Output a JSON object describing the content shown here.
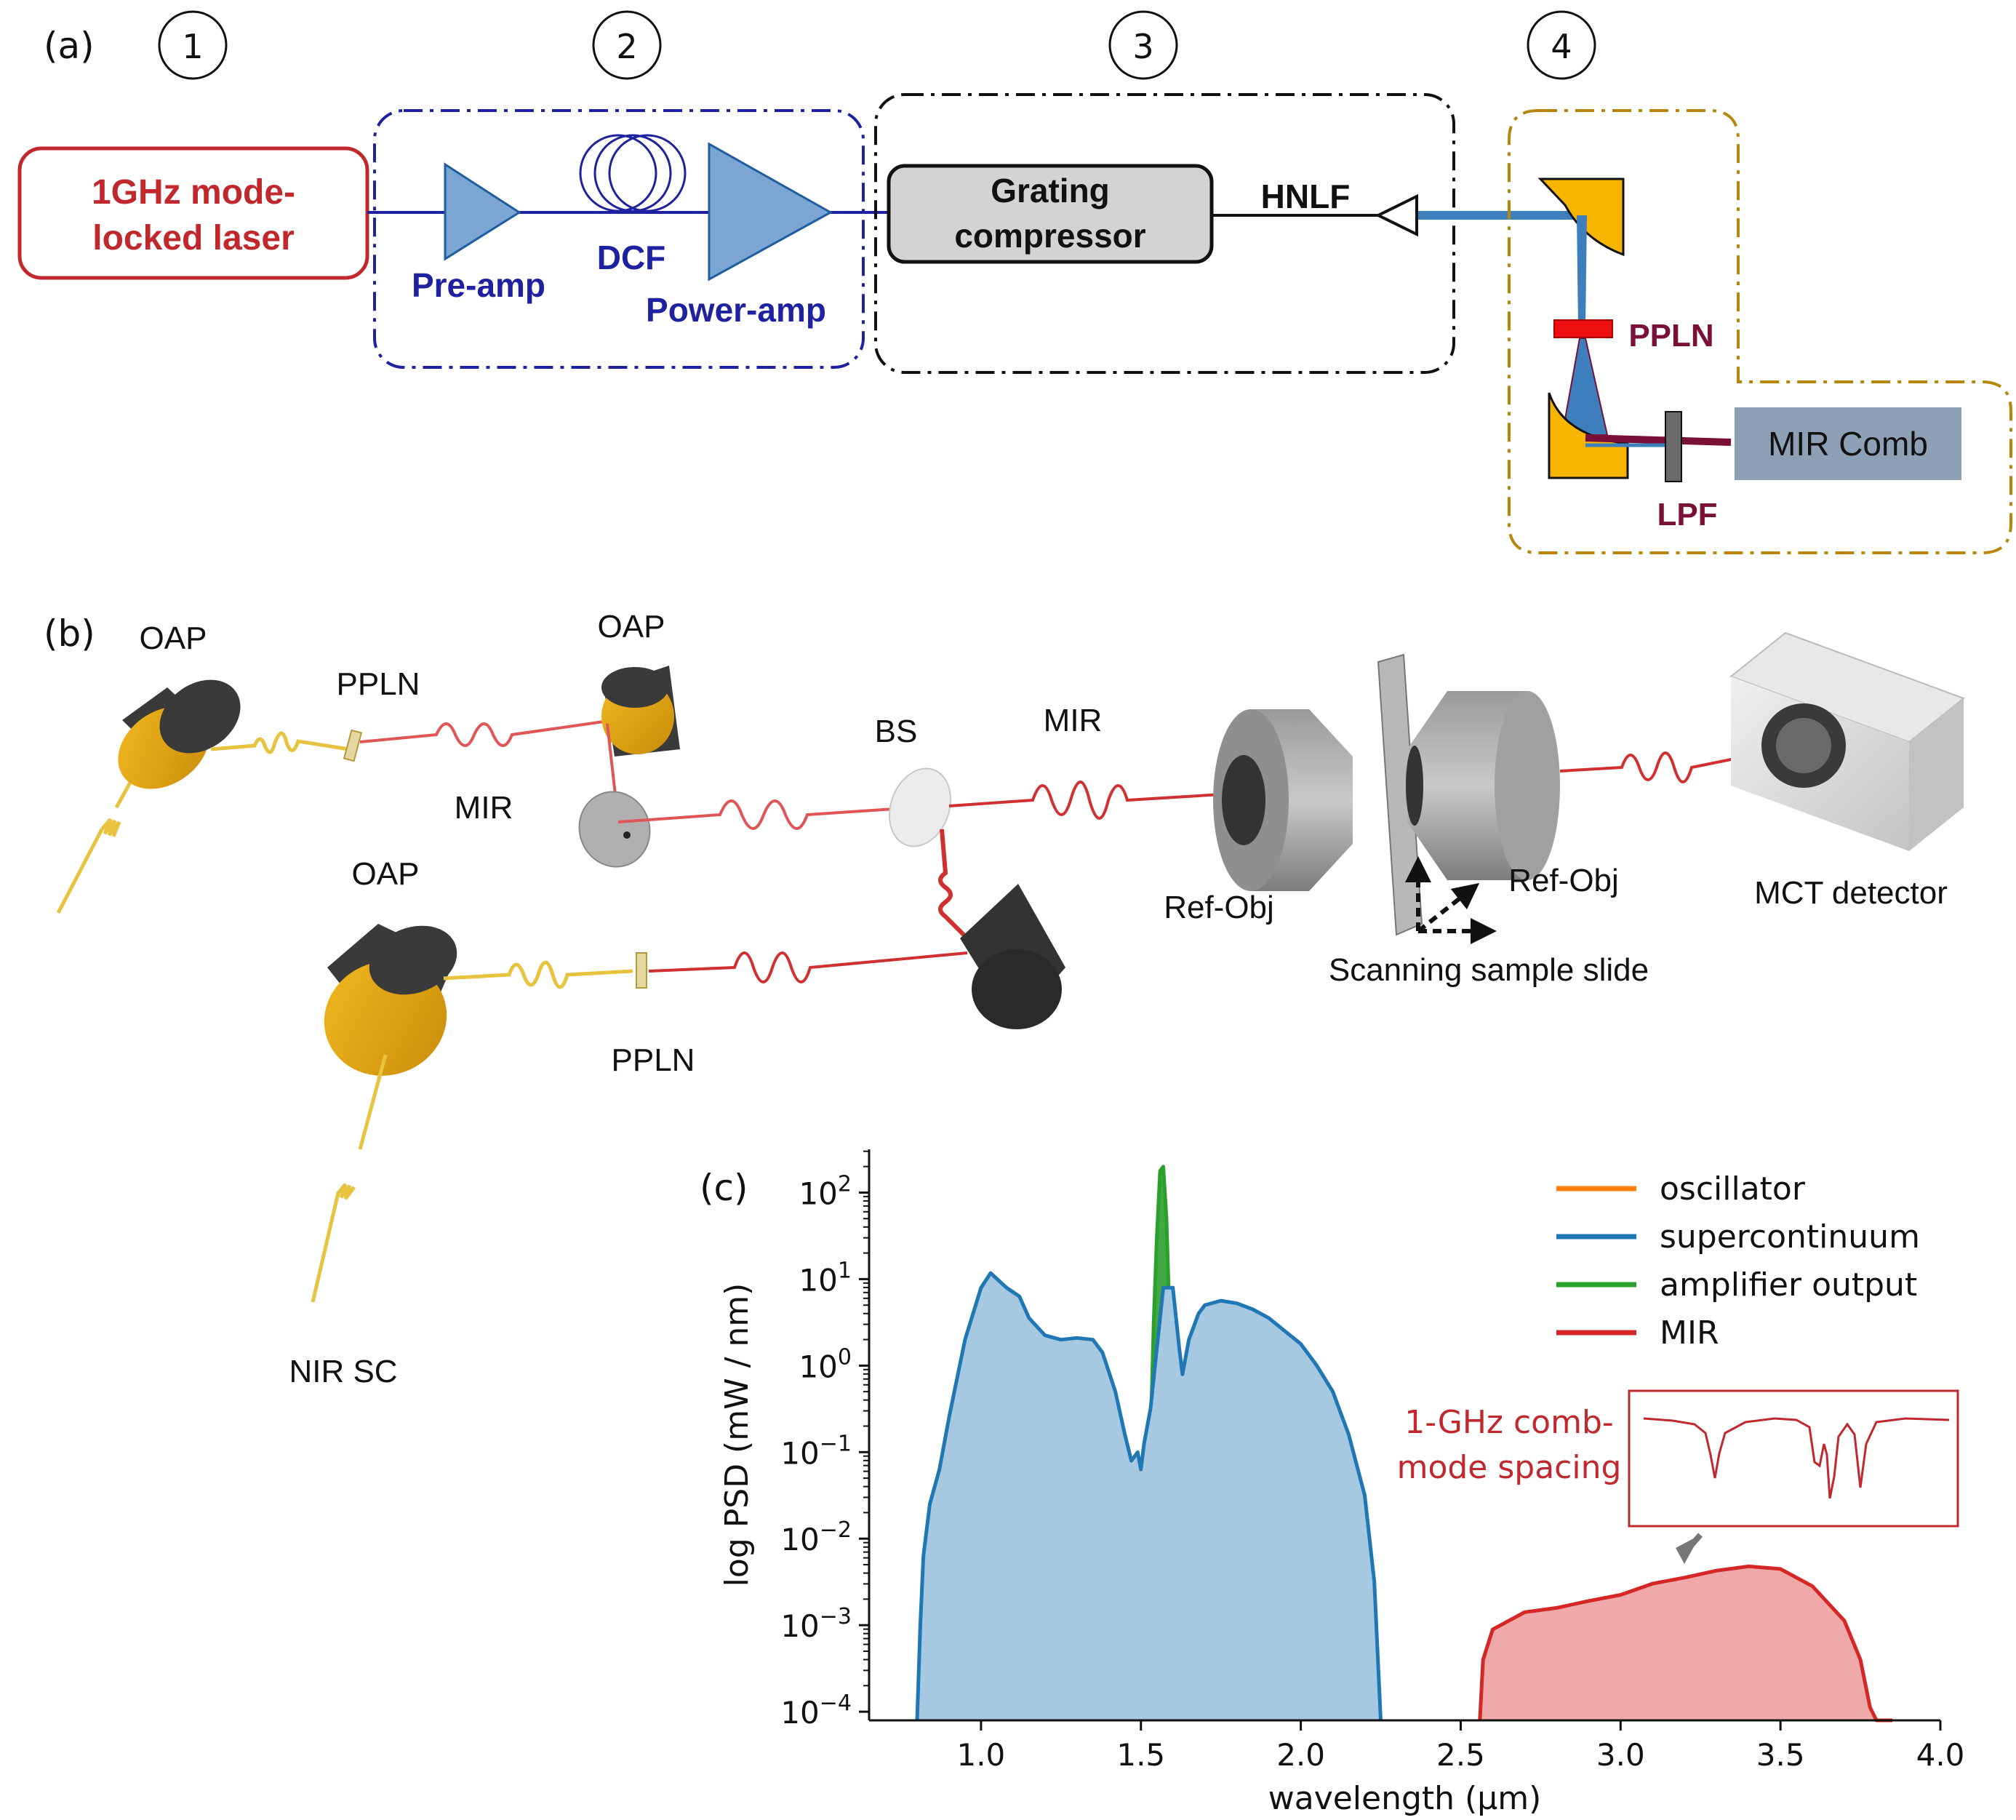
{
  "panel_a": {
    "label": "(a)",
    "steps": [
      "1",
      "2",
      "3",
      "4"
    ],
    "laser_line1": "1GHz mode-",
    "laser_line2": "locked laser",
    "preamp": "Pre-amp",
    "dcf": "DCF",
    "poweramp": "Power-amp",
    "grating_line1": "Grating",
    "grating_line2": "compressor",
    "hnlf": "HNLF",
    "ppln": "PPLN",
    "lpf": "LPF",
    "mir_comb": "MIR Comb",
    "colors": {
      "laser": "#c0282d",
      "amp": "#1f22a0",
      "box3": "#111111",
      "box4": "#b8860b",
      "ppln": "#7a1038"
    }
  },
  "panel_b": {
    "label": "(b)",
    "oap_top_left": "OAP",
    "ppln_top": "PPLN",
    "oap_top_right": "OAP",
    "mir_left": "MIR",
    "oap_bottom": "OAP",
    "ppln_bottom": "PPLN",
    "nir_sc": "NIR SC",
    "bs": "BS",
    "mir_right": "MIR",
    "ref_obj_left": "Ref-Obj",
    "ref_obj_right": "Ref-Obj",
    "scanning": "Scanning sample slide",
    "mct": "MCT detector"
  },
  "panel_c": {
    "label": "(c)",
    "inset_label_line1": "1-GHz comb-",
    "inset_label_line2": "mode spacing"
  },
  "chart_data": {
    "type": "area",
    "xlabel": "wavelength (μm)",
    "ylabel": "log PSD (mW / nm)",
    "xlim": [
      0.65,
      4.0
    ],
    "ylim_log10": [
      -4.1,
      2.5
    ],
    "y_scale": "log",
    "x_ticks": [
      "1.0",
      "1.5",
      "2.0",
      "2.5",
      "3.0",
      "3.5",
      "4.0"
    ],
    "y_ticks": [
      {
        "exp": -4,
        "base": "10",
        "sup": "−4"
      },
      {
        "exp": -3,
        "base": "10",
        "sup": "−3"
      },
      {
        "exp": -2,
        "base": "10",
        "sup": "−2"
      },
      {
        "exp": -1,
        "base": "10",
        "sup": "−1"
      },
      {
        "exp": 0,
        "base": "10",
        "sup": "0"
      },
      {
        "exp": 1,
        "base": "10",
        "sup": "1"
      },
      {
        "exp": 2,
        "base": "10",
        "sup": "2"
      }
    ],
    "legend_position": "top-right",
    "series": [
      {
        "name": "supercontinuum",
        "color": "#1f77b4",
        "fill": "#a6c8e0",
        "points": [
          [
            0.8,
            -4.1
          ],
          [
            0.81,
            -3.0
          ],
          [
            0.82,
            -2.2
          ],
          [
            0.84,
            -1.6
          ],
          [
            0.87,
            -1.2
          ],
          [
            0.9,
            -0.6
          ],
          [
            0.95,
            0.3
          ],
          [
            1.0,
            0.9
          ],
          [
            1.03,
            1.07
          ],
          [
            1.08,
            0.9
          ],
          [
            1.12,
            0.8
          ],
          [
            1.15,
            0.55
          ],
          [
            1.2,
            0.35
          ],
          [
            1.25,
            0.3
          ],
          [
            1.3,
            0.32
          ],
          [
            1.35,
            0.3
          ],
          [
            1.38,
            0.15
          ],
          [
            1.42,
            -0.3
          ],
          [
            1.45,
            -0.8
          ],
          [
            1.47,
            -1.1
          ],
          [
            1.49,
            -1.0
          ],
          [
            1.5,
            -1.2
          ],
          [
            1.51,
            -0.9
          ],
          [
            1.53,
            -0.5
          ],
          [
            1.55,
            0.2
          ],
          [
            1.57,
            0.9
          ],
          [
            1.6,
            0.9
          ],
          [
            1.62,
            0.2
          ],
          [
            1.63,
            -0.1
          ],
          [
            1.65,
            0.3
          ],
          [
            1.68,
            0.6
          ],
          [
            1.7,
            0.7
          ],
          [
            1.75,
            0.75
          ],
          [
            1.8,
            0.72
          ],
          [
            1.85,
            0.65
          ],
          [
            1.9,
            0.55
          ],
          [
            1.95,
            0.4
          ],
          [
            2.0,
            0.25
          ],
          [
            2.05,
            0.0
          ],
          [
            2.1,
            -0.3
          ],
          [
            2.15,
            -0.8
          ],
          [
            2.2,
            -1.5
          ],
          [
            2.23,
            -2.5
          ],
          [
            2.25,
            -4.1
          ]
        ]
      },
      {
        "name": "amplifier output",
        "color": "#2ca02c",
        "fill": "#2ca02c",
        "points": [
          [
            1.49,
            -4.1
          ],
          [
            1.5,
            -3.8
          ],
          [
            1.52,
            -2.0
          ],
          [
            1.53,
            -0.9
          ],
          [
            1.54,
            0.5
          ],
          [
            1.55,
            1.5
          ],
          [
            1.56,
            2.25
          ],
          [
            1.57,
            2.3
          ],
          [
            1.58,
            1.7
          ],
          [
            1.59,
            0.5
          ],
          [
            1.6,
            -0.5
          ],
          [
            1.61,
            -2.0
          ],
          [
            1.62,
            -3.5
          ],
          [
            1.63,
            -2.9
          ],
          [
            1.64,
            -3.6
          ],
          [
            1.65,
            -4.1
          ]
        ]
      },
      {
        "name": "oscillator",
        "color": "#ff7f0e",
        "fill": "#ff7f0e",
        "points": [
          [
            1.53,
            -4.1
          ],
          [
            1.54,
            -3.0
          ],
          [
            1.55,
            -1.2
          ],
          [
            1.56,
            0.1
          ],
          [
            1.57,
            0.6
          ],
          [
            1.58,
            0.2
          ],
          [
            1.59,
            -1.5
          ],
          [
            1.6,
            -3.0
          ],
          [
            1.61,
            -4.1
          ]
        ]
      },
      {
        "name": "MIR",
        "color": "#d62728",
        "fill": "#f0a9a9",
        "points": [
          [
            2.56,
            -4.1
          ],
          [
            2.57,
            -3.4
          ],
          [
            2.6,
            -3.05
          ],
          [
            2.7,
            -2.85
          ],
          [
            2.8,
            -2.8
          ],
          [
            2.9,
            -2.72
          ],
          [
            3.0,
            -2.65
          ],
          [
            3.1,
            -2.52
          ],
          [
            3.2,
            -2.45
          ],
          [
            3.3,
            -2.37
          ],
          [
            3.4,
            -2.32
          ],
          [
            3.5,
            -2.35
          ],
          [
            3.6,
            -2.55
          ],
          [
            3.7,
            -2.95
          ],
          [
            3.75,
            -3.4
          ],
          [
            3.78,
            -3.95
          ],
          [
            3.8,
            -4.1
          ],
          [
            3.85,
            -4.1
          ]
        ]
      }
    ]
  }
}
